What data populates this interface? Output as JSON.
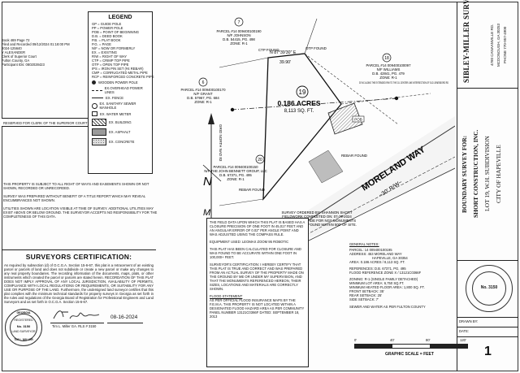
{
  "recording": {
    "lines": [
      "Book 469 Page 72",
      "Filed and Recorded 09/12/2024 01:18:00 PM",
      "2024-125640",
      "Y ALEXANDER",
      "Clerk of Superior Court",
      "Fulton County, GA",
      "Participant IDs: 0802028423"
    ],
    "reserved": "RESERVED FOR CLERK OF THE SUPERIOR COURT"
  },
  "legend": {
    "title": "LEGEND",
    "abbreviations": [
      "GP = GUIDE POLE",
      "PP = POWER POLE",
      "POB = POINT OF BEGINNING",
      "D.B. = DEED BOOK",
      "P.B. = PLAT BOOK",
      "P.G. = PAGE",
      "N/F = NOW OR FORMERLY",
      "EX. = EXISTING",
      "R/W = RIGHT OF WAY",
      "CTP = CRIMP TOP PIPE",
      "OTP = OPEN TOP PIPE",
      "IPS = IRON PIN SET (#4 REBAR)",
      "CMP = CORRUGATED METAL PIPE",
      "RCP = REINFORCED CONCRETE PIPE"
    ],
    "symbols": [
      "WOODEN POWER POLE",
      "EX.OVERHEAD POWER LINES",
      "EX. FENCE",
      "EX. SANITARY SEWER MANHOLE",
      "EX. WATER METER",
      "EX. BUILDING",
      "EX. ASPHALT",
      "EX. CONCRETE"
    ]
  },
  "notes_left": [
    "THIS PROPERTY IS SUBJECT TO ALL RIGHT OF WAYS AND EASEMENTS SHOWN OR NOT SHOWN, RECORDED OR UNRECORDED.",
    "SURVEY WAS PREPARED WITHOUT BENEFIT OF A TITLE REPORT WHICH MAY REVEAL ENCUMBRANCES NOT SHOWN.",
    "UTILITIES SHOWN ARE LOCATION VISIBLE AT TIME OF SURVEY. ADDITIONAL UTILITIES MAY EXIST ABOVE OR BELOW GROUND. THE SURVEYOR ACCEPTS NO RESPONSIBILITY FOR THE COMPLETENESS OF THIS DATA."
  ],
  "certification": {
    "title": "SURVEYORS CERTIFICATION:",
    "body": "As required by subsection (d) of O.C.G.A. Section 15-6-67, this plat is a retracement of an existing parcel or parcels of land and does not subdivide or create a new parcel or make any changes to any real property boundaries. The recording information of the documents, maps, plats, or other instruments which created the parcel or parcels are stated herein. RECORDATION OF THIS PLAT DOES NOT IMPLY APPROVAL OF ANY LOCAL JURISDICTION, AVAILABILITY OF PERMITS, COMPLIANCE WITH LOCAL REGULATIONS OR REQUIREMENTS, OR SUITABILITY FOR ANY USE OR PURPOSE OF THE LAND. Furthermore, the undersigned land surveyor certifies that this plat complies with the minimum technical standards for property surveys in Georgia as set forth in the rules and regulations of the Georgia Board of Registration for Professional Engineers and Land Surveyors and as set forth in O.C.G.A. Section 15-6-67.",
    "signer": "Tim L. Miller GA. RLS # 3150",
    "date": "08-16-2024",
    "seal_lines": [
      "GEORGIA",
      "REGISTERED",
      "No. 3150",
      "LAND SURVEYOR",
      "TIM L. MILLER"
    ]
  },
  "plat": {
    "parcel7": [
      "PARCEL #14 009400100190",
      "N/F JOHNSON",
      "D.B. 54415, PG. 498",
      "ZONE: R-1"
    ],
    "parcel6": [
      "PARCEL #14 009400100170",
      "N/F GRANT",
      "D.B. 57967, PG. 684",
      "ZONE: R-1"
    ],
    "parcel18": [
      "PARCEL #14 009400100097",
      "N/F WILLIAMS",
      "D.B. 42841, PG. 479",
      "ZONE: R-1"
    ],
    "parcel20": [
      "PARCEL #14 009400100150",
      "N/F THE JOHN BENNETT GROUP, LLC",
      "D.B. 67371, PG. 495",
      "ZONE: R-1"
    ],
    "lot_number": "19",
    "lot_area": "0.186 ACRES",
    "lot_sqft": "8,113 SQ. FT.",
    "bearing_north": "N 87°39'30\" E",
    "dist_north": "39.90'",
    "ctp": "CTP FOUND",
    "otp": "OTP FOUND",
    "rebar1": "REBAR FOUND",
    "rebar2": "REBAR FOUND",
    "pob": "POB",
    "road_name": "MORELAND WAY",
    "road_rw": "~30' R/W~",
    "grid_north": "GRID NORTH NAD 83",
    "north_n": "N",
    "north_m": "M",
    "lot_note": "30' NC ALONG THE EXTENDED R/W TO THE C/L CENTER LINE INTERSECTION OF OLD JONESBORO RD",
    "ordered": [
      "SURVEY ORDERED BY: SHANNON SHORT",
      "FIELDWORK COMPLETED ON: 07-29-2024",
      "A SEARCH WAS MADE FOR NGS MONUMENTS",
      "AND NONE WERE FOUND WITHIN 500' OF SITE."
    ]
  },
  "notes_center": {
    "closure": "THE FIELD DATA UPON WHICH THIS PLAT IS BASED HAS A CLOSURE PRECISION OF ONE FOOT IN 45,017 FEET AND AN ANGULAR ERROR OF 0.02\" PER ANGLE POINT AND WAS ADJUSTED USING THE COMPASS RULE.",
    "equipment": "EQUIPMENT USED: LEOMAX ZOOM 95 ROBOTIC",
    "calc": "THIS PLAT HAS BEEN CALCULATED FOR CLOSURE AND WAS FOUND TO BE ACCURATE WITHIN ONE FOOT IN 100,000+ FEET.",
    "surveyor_cert": "SURVEYOR'S CERTIFICATION: I HEREBY CERTIFY THAT THIS PLAT IS TRUE AND CORRECT AND WAS PREPARED FROM AN ACTUAL SURVEY OF THE PROPERTY MADE ON THE GROUND BY ME OR UNDER MY SUPERVISION, AND THAT THE MONUMENTS REFERENCED HEREON, THEIR SIZES, LOCATIONS AND MATERIALS ARE CORRECTLY SHOWN.",
    "flood_title": "FLOOD STATEMENT",
    "flood": "AS PER OFFICIAL FLOOD INSURANCE MAPS BY THE F.E.M.A. THIS PROPERTY IS NOT LOCATED WITHIN A DESIGNATED FLOOD HAZARD AREA AS PER COMMUNITY PANEL NUMBER 13121C0366F DATED: SEPTEMBER 18, 2013"
  },
  "general_notes": {
    "title": "GENERAL NOTES:",
    "lines": [
      "PARCEL: 14 009400100195",
      "ADDRESS: 453 MORELAND WAY",
      "HAPEVILLE, GA 30354",
      "AREA: 0.186 ACRES / 8,113 SQ. FT.",
      "REFERENCES: D.B. 67371, PG. 495",
      "FLOOD REFERENCE ZONE X / 13121C0366F",
      "ZONING: R-1 (SINGLE FAMILY DETACHED)",
      "MINIMUM LOT AREA: 6,750 SQ.FT.",
      "MINIMUM HEATED FLOOR AREA: 1,800 SQ. FT.",
      "FRONT SETBACK: 35'",
      "REAR SETBACK: 25'",
      "SIDE SETBACK: 7'"
    ],
    "sewer": "SEWER AND WATER AS PER FULTON COUNTY"
  },
  "scale": {
    "marks": [
      "0'",
      "40'",
      "80'",
      "120'"
    ],
    "label": "GRAPHIC SCALE = FEET"
  },
  "title_block": {
    "firm": "SIBLEY-MILLER SURVEYING & PLANNING INC.",
    "firm_address": [
      "4760 CANAANVILLE RD.",
      "MCDONOUGH, GA 30253",
      "PHONE 770-957-4900"
    ],
    "survey_for": "BOUNDARY SURVEY FOR:",
    "client": "SHORT CONSTRUCTION, INC.",
    "lot": "LOT 19, W.H. SUBDIVISION",
    "city": "CITY OF HAPEVILLE",
    "drawn_by": "DRAWN BY:",
    "date_label": "DATE:",
    "seal_no": "No. 3150",
    "sheet": "1"
  }
}
